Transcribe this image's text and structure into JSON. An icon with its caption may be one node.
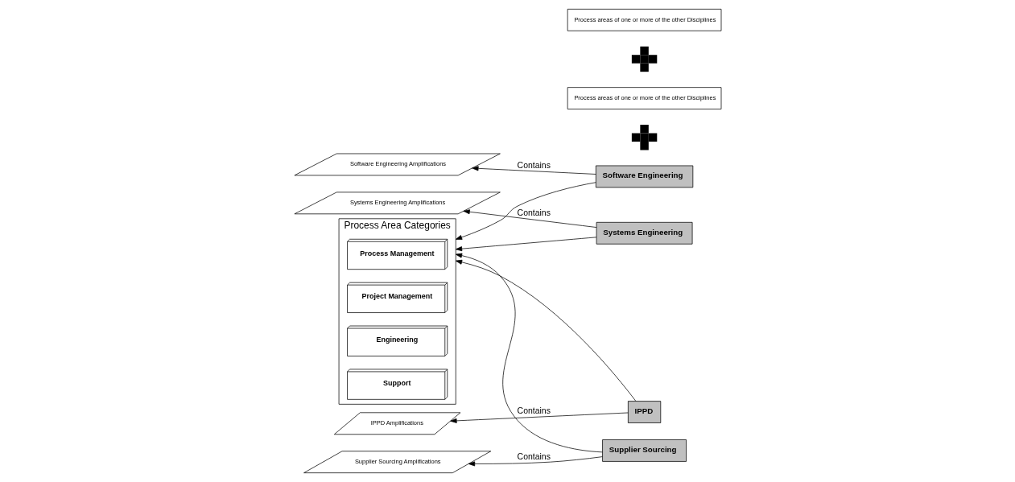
{
  "diagram": {
    "nodes": [
      {
        "text": [
          "Process Area Categories"
        ]
      },
      {
        "text": [
          "Process Management"
        ],
        "in": 0
      },
      {
        "text": [
          "Project Management"
        ],
        "in": 0
      },
      {
        "text": [
          "Engineering"
        ],
        "in": 0
      },
      {
        "text": [
          "Support"
        ],
        "in": 0
      },
      {
        "text": [
          "Systems Engineering"
        ]
      },
      {
        "text": [
          "Systems Engineering Amplifications"
        ]
      },
      {
        "text": [
          "Software Engineering"
        ]
      },
      {
        "text": [
          "Software Engineering Amplifications"
        ]
      },
      {
        "text": [
          "Supplier Sourcing"
        ]
      },
      {
        "text": [],
        "shape": "plus"
      },
      {
        "text": [
          "Process areas of one or more of the other Disciplines"
        ]
      },
      {
        "text": [
          "Supplier Sourcing Amplifications"
        ]
      },
      {
        "text": [
          "IPPD"
        ]
      },
      {
        "text": [],
        "shape": "plus"
      },
      {
        "text": [
          "Process areas of one or more of the other Disciplines"
        ]
      },
      {
        "text": [
          "IPPD Amplifications"
        ]
      }
    ],
    "edges": [
      {
        "from": 5,
        "to": 0,
        "arrow": "to"
      },
      {
        "from": 5,
        "to": 6,
        "arrow": "to",
        "label": "Contains"
      },
      {
        "from": 7,
        "to": 0,
        "arrow": "to"
      },
      {
        "from": 7,
        "to": 8,
        "arrow": "to",
        "label": "Contains"
      },
      {
        "from": 9,
        "to": 0,
        "arrow": "to"
      },
      {
        "from": 9,
        "to": 12,
        "arrow": "to",
        "label": "Contains"
      },
      {
        "from": 13,
        "to": 0,
        "arrow": "to"
      },
      {
        "from": 13,
        "to": 16,
        "arrow": "to",
        "label": "Contains"
      }
    ]
  }
}
